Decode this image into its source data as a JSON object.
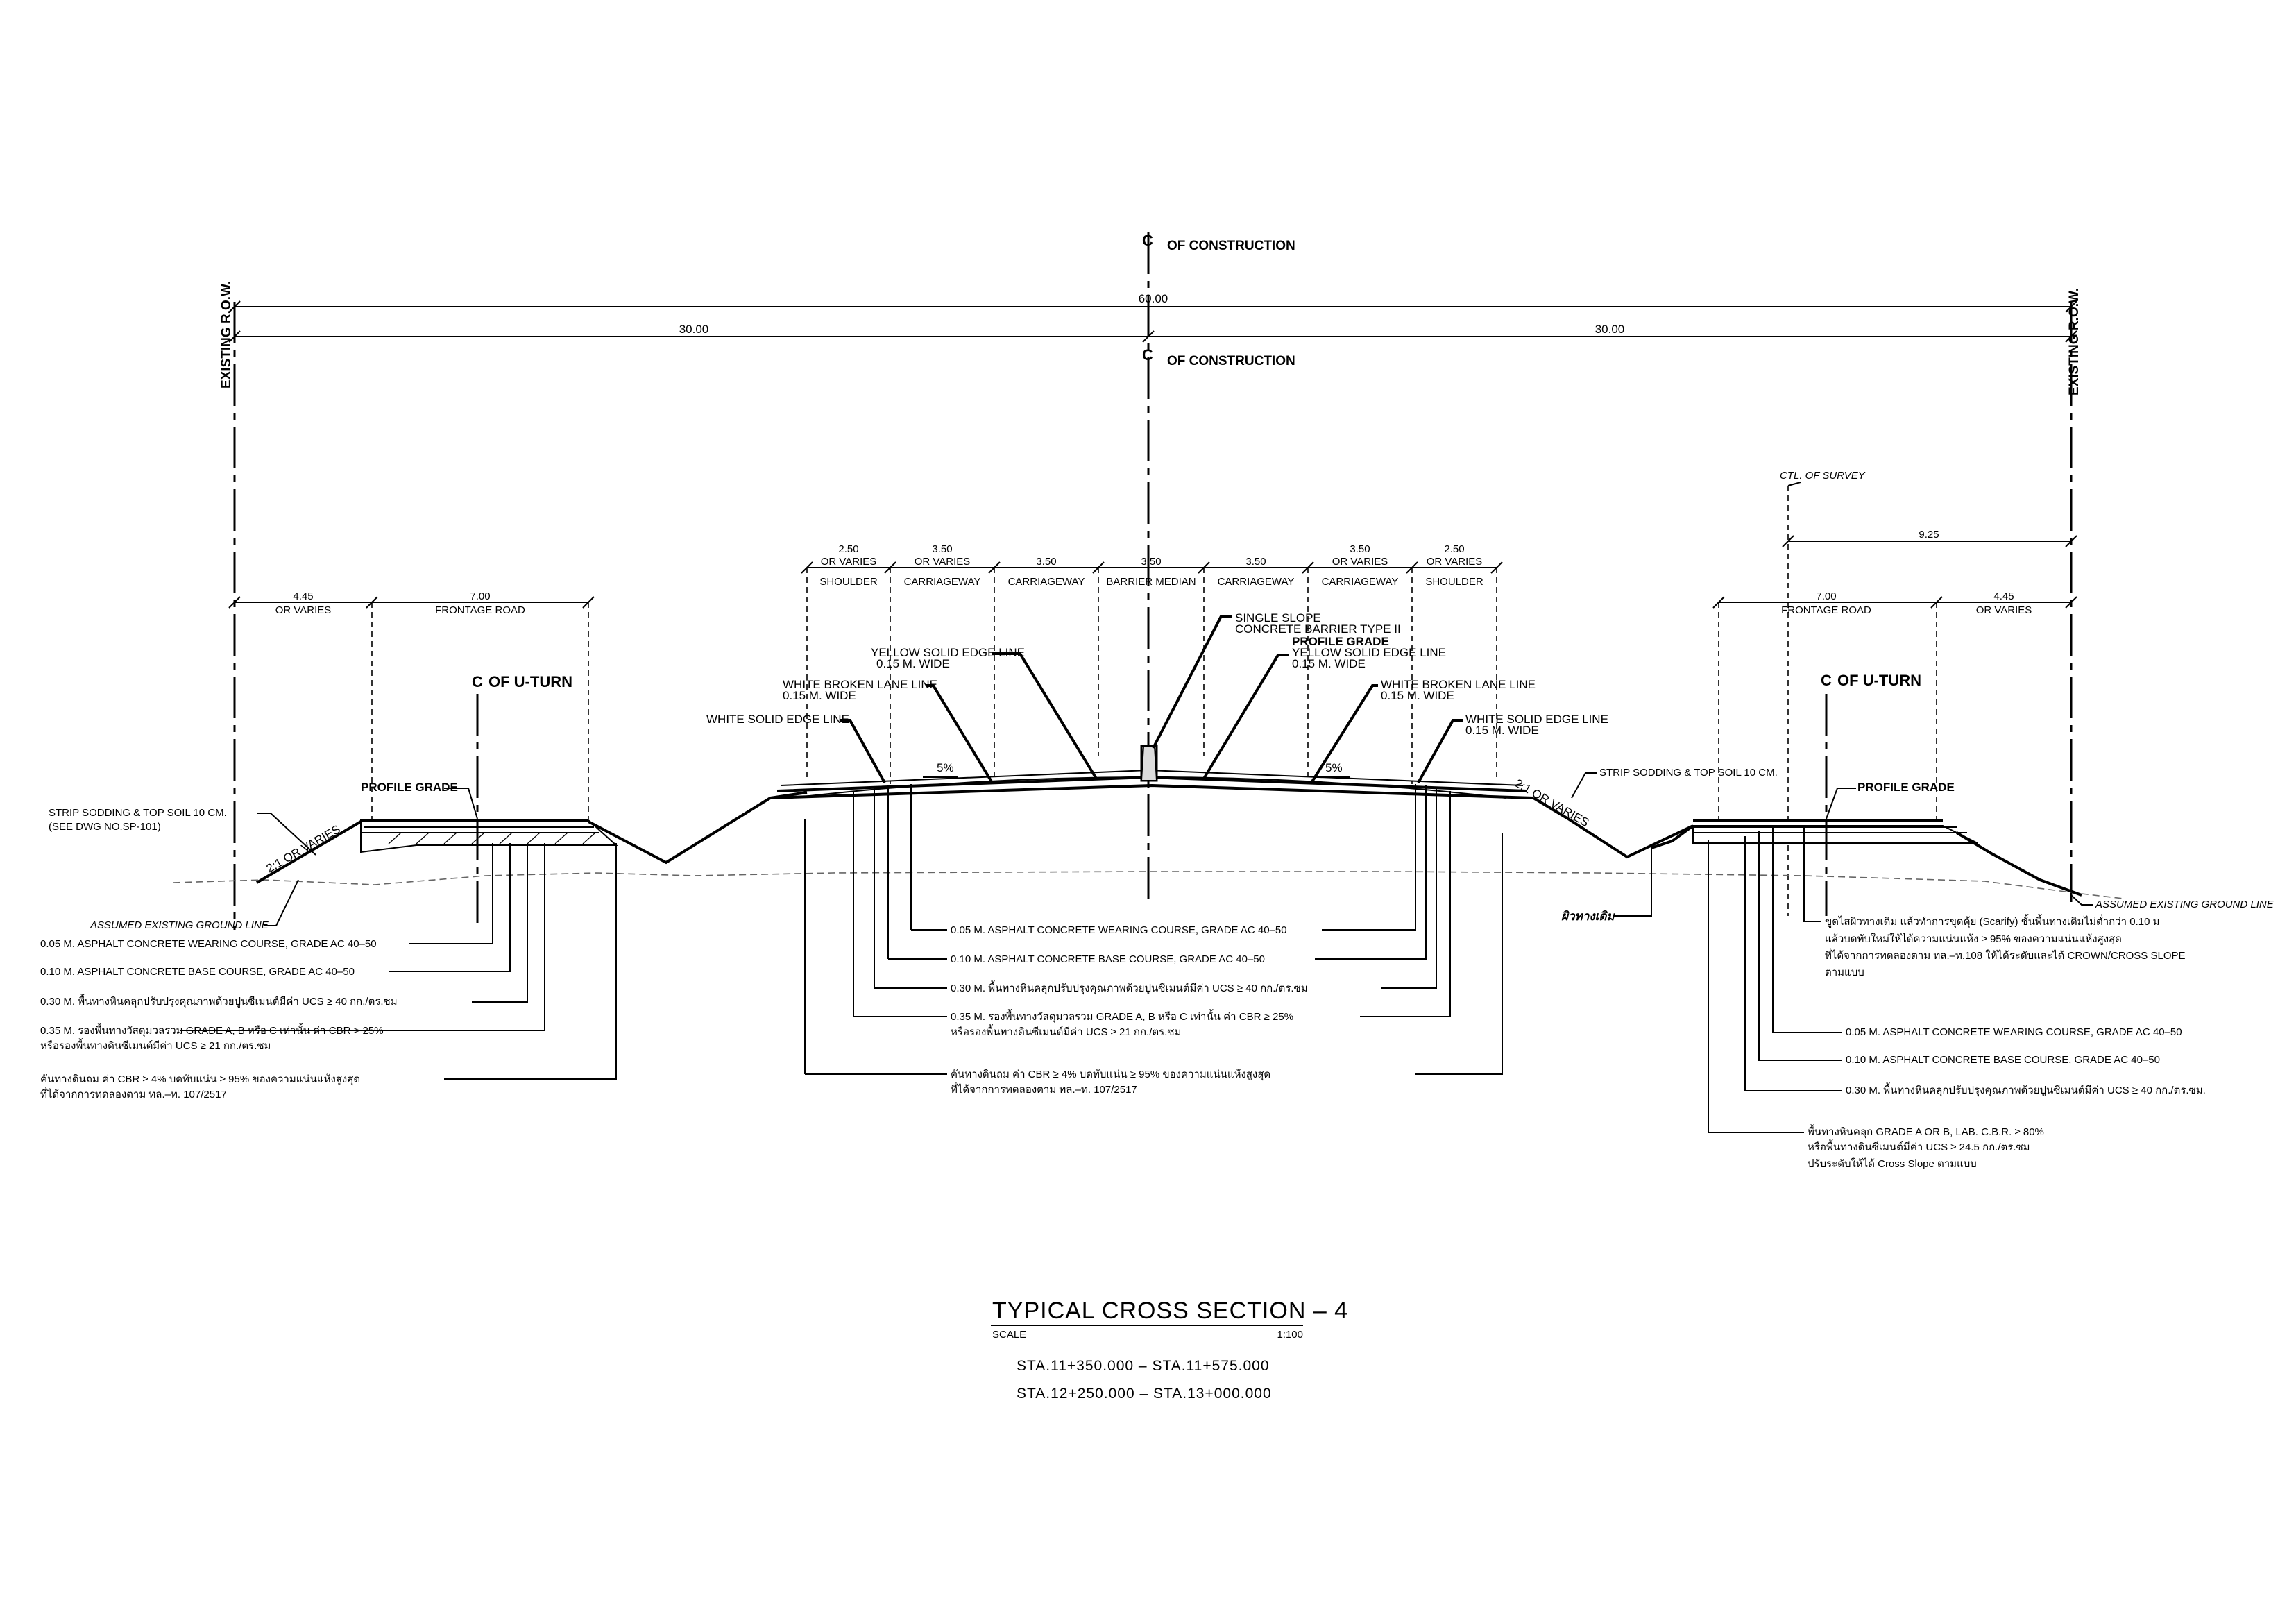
{
  "drawing": {
    "title": "TYPICAL CROSS SECTION – 4",
    "scale_label": "SCALE",
    "scale_value": "1:100",
    "stations": [
      "STA.11+350.000 – STA.11+575.000",
      "STA.12+250.000 – STA.13+000.000"
    ]
  },
  "centerline": {
    "label_top": "OF CONSTRUCTION",
    "label_mid": "OF CONSTRUCTION",
    "symbol": "C"
  },
  "row": {
    "left": "EXISTING R.O.W.",
    "right": "EXISTING R.O.W."
  },
  "dimensions": {
    "total": "60.00",
    "half_left": "30.00",
    "half_right": "30.00",
    "survey_offset": "9.25",
    "ctl_survey": "CTL. OF SURVEY",
    "left_side": [
      {
        "value": "4.45",
        "sub": "OR VARIES"
      },
      {
        "value": "7.00",
        "sub": "FRONTAGE ROAD"
      }
    ],
    "right_side": [
      {
        "value": "7.00",
        "sub": "FRONTAGE ROAD"
      },
      {
        "value": "4.45",
        "sub": "OR VARIES"
      }
    ],
    "main": [
      {
        "value": "2.50",
        "sub": "OR VARIES",
        "name": "SHOULDER"
      },
      {
        "value": "3.50",
        "sub": "OR VARIES",
        "name": "CARRIAGEWAY"
      },
      {
        "value": "3.50",
        "sub": "",
        "name": "CARRIAGEWAY"
      },
      {
        "value": "3.50",
        "sub": "",
        "name": "BARRIER MEDIAN"
      },
      {
        "value": "3.50",
        "sub": "",
        "name": "CARRIAGEWAY"
      },
      {
        "value": "3.50",
        "sub": "OR VARIES",
        "name": "CARRIAGEWAY"
      },
      {
        "value": "2.50",
        "sub": "OR VARIES",
        "name": "SHOULDER"
      }
    ]
  },
  "callouts": {
    "uturn_left": "OF U-TURN",
    "uturn_right": "OF U-TURN",
    "profile_grade_left": "PROFILE GRADE",
    "profile_grade_right": "PROFILE GRADE",
    "profile_grade_center": "PROFILE GRADE",
    "barrier_1": "SINGLE SLOPE",
    "barrier_2": "CONCRETE BARRIER TYPE II",
    "yellow_left_1": "YELLOW SOLID EDGE LINE",
    "yellow_left_2": "0.15 M. WIDE",
    "yellow_right_1": "YELLOW SOLID EDGE LINE",
    "yellow_right_2": "0.15 M. WIDE",
    "wbroken_left_1": "WHITE BROKEN LANE LINE",
    "wbroken_left_2": "0.15 M. WIDE",
    "wbroken_right_1": "WHITE BROKEN LANE LINE",
    "wbroken_right_2": "0.15 M. WIDE",
    "wsolid_left": "WHITE SOLID EDGE LINE",
    "wsolid_right_1": "WHITE SOLID EDGE LINE",
    "wsolid_right_2": "0.15 M. WIDE",
    "slope_left": "5%",
    "slope_right": "5%",
    "slope_ratio_left": "2:1 OR VARIES",
    "slope_ratio_right": "2:1 OR VARIES",
    "sod_left_1": "STRIP SODDING & TOP SOIL 10 CM.",
    "sod_left_2": "(SEE DWG NO.SP-101)",
    "sod_right": "STRIP SODDING & TOP SOIL 10 CM.",
    "ground_left": "ASSUMED EXISTING GROUND LINE",
    "ground_right": "ASSUMED EXISTING GROUND LINE",
    "shoulder_thai": "ผิวทางเดิม"
  },
  "layers_left": [
    "0.05 M. ASPHALT CONCRETE WEARING COURSE, GRADE AC 40–50",
    "0.10 M. ASPHALT CONCRETE BASE COURSE, GRADE AC 40–50",
    "0.30 M. พื้นทางหินคลุกปรับปรุงคุณภาพด้วยปูนซีเมนต์มีค่า UCS ≥ 40 กก./ตร.ซม",
    "0.35 M. รองพื้นทางวัสดุมวลรวม GRADE A, B หรือ C เท่านั้น ค่า CBR > 25%",
    "หรือรองพื้นทางดินซีเมนต์มีค่า UCS ≥ 21 กก./ตร.ซม",
    "คันทางดินถม ค่า CBR ≥ 4% บดทับแน่น ≥ 95% ของความแน่นแห้งสูงสุด",
    "ที่ได้จากการทดลองตาม ทล.–ท. 107/2517"
  ],
  "layers_center": [
    "0.05 M. ASPHALT CONCRETE WEARING COURSE, GRADE AC 40–50",
    "0.10 M. ASPHALT CONCRETE BASE COURSE, GRADE AC 40–50",
    "0.30 M. พื้นทางหินคลุกปรับปรุงคุณภาพด้วยปูนซีเมนต์มีค่า UCS ≥ 40 กก./ตร.ซม",
    "0.35 M. รองพื้นทางวัสดุมวลรวม GRADE A, B หรือ C เท่านั้น ค่า CBR ≥ 25%",
    "หรือรองพื้นทางดินซีเมนต์มีค่า UCS ≥ 21 กก./ตร.ซม",
    "คันทางดินถม ค่า CBR ≥ 4% บดทับแน่น ≥ 95% ของความแน่นแห้งสูงสุด",
    "ที่ได้จากการทดลองตาม ทล.–ท. 107/2517"
  ],
  "layers_right": [
    "ขูดไสผิวทางเดิม แล้วทำการขุดคุ้ย (Scarify) ชั้นพื้นทางเดิมไม่ต่ำกว่า 0.10 ม",
    "แล้วบดทับใหม่ให้ได้ความแน่นแห้ง ≥ 95% ของความแน่นแห้งสูงสุด",
    "ที่ได้จากการทดลองตาม ทล.–ท.108 ให้ได้ระดับและได้ CROWN/CROSS SLOPE",
    "ตามแบบ",
    "0.05 M. ASPHALT CONCRETE WEARING COURSE, GRADE AC 40–50",
    "0.10 M. ASPHALT CONCRETE BASE COURSE, GRADE AC 40–50",
    "0.30 M. พื้นทางหินคลุกปรับปรุงคุณภาพด้วยปูนซีเมนต์มีค่า UCS ≥ 40 กก./ตร.ซม.",
    "พื้นทางหินคลุก GRADE A OR B, LAB. C.B.R. ≥ 80%",
    "หรือพื้นทางดินซีเมนต์มีค่า UCS ≥ 24.5 กก./ตร.ซม",
    "ปรับระดับให้ได้ Cross Slope ตามแบบ"
  ]
}
